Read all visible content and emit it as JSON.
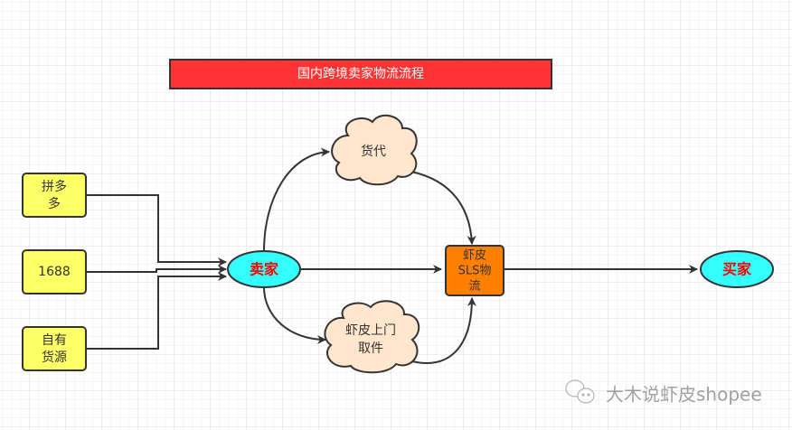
{
  "title": "国内跨境卖家物流流程",
  "sources": [
    {
      "lines": [
        "拼多",
        "多"
      ]
    },
    {
      "lines": [
        "1688"
      ]
    },
    {
      "lines": [
        "自有",
        "货源"
      ]
    }
  ],
  "seller": "卖家",
  "forwarder": "货代",
  "pickup": {
    "lines": [
      "虾皮上门",
      "取件"
    ]
  },
  "sls": {
    "lines": [
      "虾皮",
      "SLS物",
      "流"
    ]
  },
  "buyer": "买家",
  "watermark": "大木说虾皮shopee",
  "colors": {
    "title_bg": "#ff3333",
    "source_bg": "#ffff66",
    "seller_bg": "#33ffff",
    "cloud_bg": "#ffe6cc",
    "sls_bg": "#ff8000",
    "seller_text": "#ff0000"
  }
}
